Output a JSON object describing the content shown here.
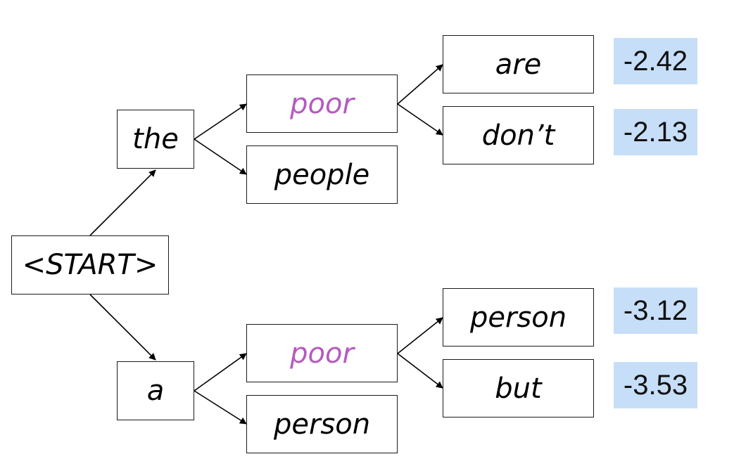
{
  "tree": {
    "root": "<START>",
    "level1": {
      "top": "the",
      "bottom": "a"
    },
    "level2": {
      "the_poor": "poor",
      "the_people": "people",
      "a_poor": "poor",
      "a_person": "person"
    },
    "level3": {
      "are": "are",
      "dont": "don’t",
      "person": "person",
      "but": "but"
    }
  },
  "scores": {
    "are": "-2.42",
    "dont": "-2.13",
    "person": "-3.12",
    "but": "-3.53"
  },
  "colors": {
    "highlight_text": "#b55bbf",
    "score_background": "#c6def7",
    "border": "#1a1a1a"
  }
}
